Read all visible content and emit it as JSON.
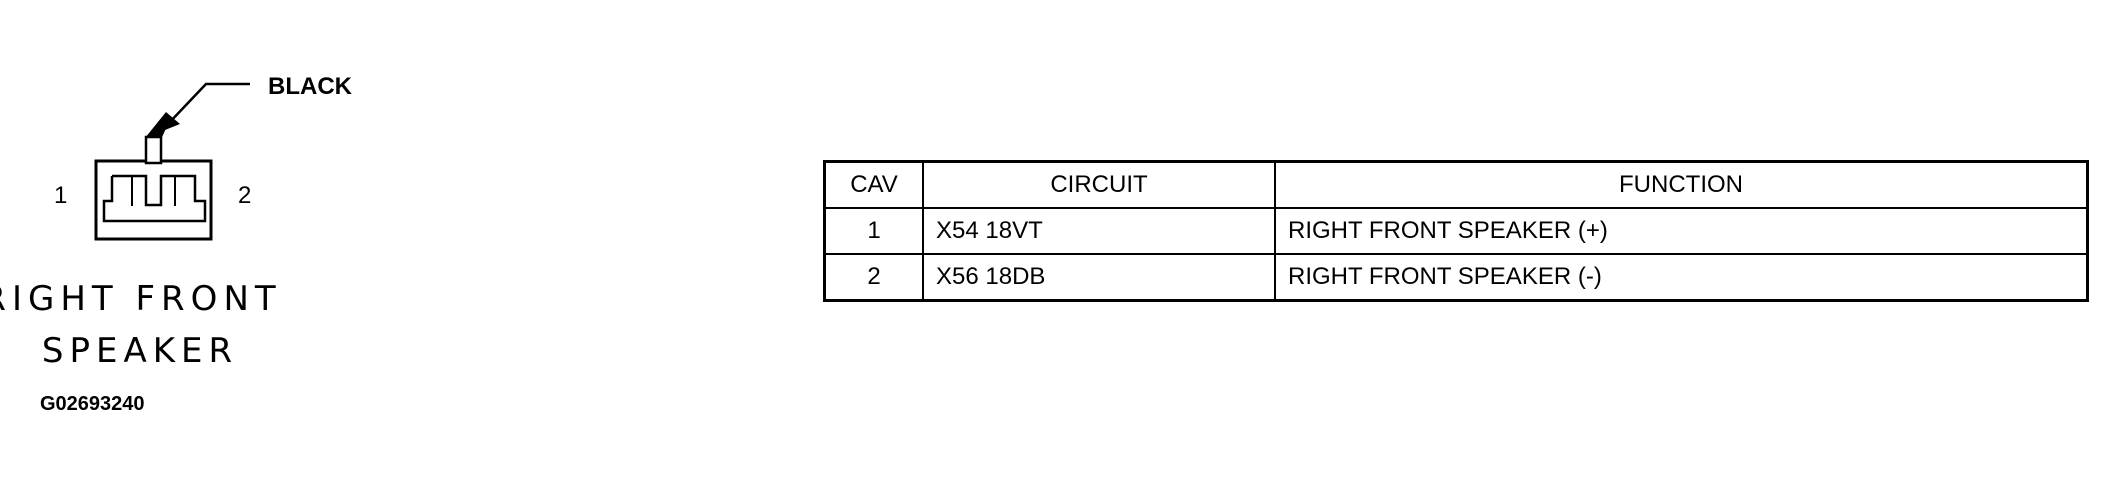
{
  "connector": {
    "color_label": "BLACK",
    "pin_left": "1",
    "pin_right": "2",
    "name_line1": "RIGHT FRONT",
    "name_line2": "SPEAKER",
    "figure_id": "G02693240"
  },
  "table": {
    "headers": {
      "cav": "CAV",
      "circuit": "CIRCUIT",
      "function": "FUNCTION"
    },
    "rows": [
      {
        "cav": "1",
        "circuit": "X54 18VT",
        "function": "RIGHT FRONT SPEAKER (+)"
      },
      {
        "cav": "2",
        "circuit": "X56 18DB",
        "function": "RIGHT FRONT SPEAKER (-)"
      }
    ]
  }
}
